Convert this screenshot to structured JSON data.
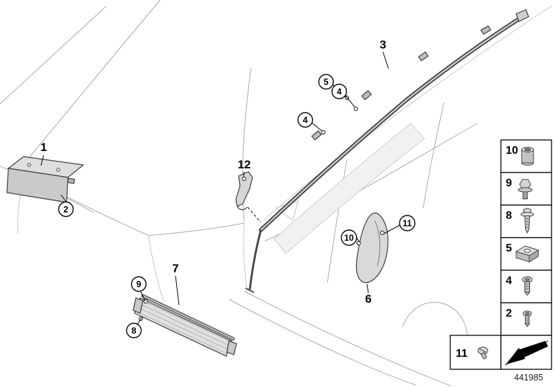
{
  "figure": {
    "part_number": "441985"
  },
  "callouts": {
    "c1": {
      "label": "1"
    },
    "c2": {
      "label": "2"
    },
    "c3": {
      "label": "3"
    },
    "c4a": {
      "label": "4"
    },
    "c4b": {
      "label": "4"
    },
    "c5": {
      "label": "5"
    },
    "c6": {
      "label": "6"
    },
    "c7": {
      "label": "7"
    },
    "c8": {
      "label": "8"
    },
    "c9": {
      "label": "9"
    },
    "c10": {
      "label": "10"
    },
    "c11": {
      "label": "11"
    },
    "c12": {
      "label": "12"
    }
  },
  "legend": {
    "rows": [
      {
        "label": "10",
        "icon": "sleeve-nut-icon"
      },
      {
        "label": "9",
        "icon": "flange-bolt-icon"
      },
      {
        "label": "8",
        "icon": "washer-screw-icon"
      },
      {
        "label": "5",
        "icon": "clip-nut-icon"
      },
      {
        "label": "4",
        "icon": "pan-head-screw-icon"
      },
      {
        "label": "2",
        "icon": "torx-screw-icon"
      }
    ],
    "extra": {
      "label": "11",
      "icon": "small-screw-icon"
    },
    "arrow_symbol": "continuation-arrow"
  }
}
